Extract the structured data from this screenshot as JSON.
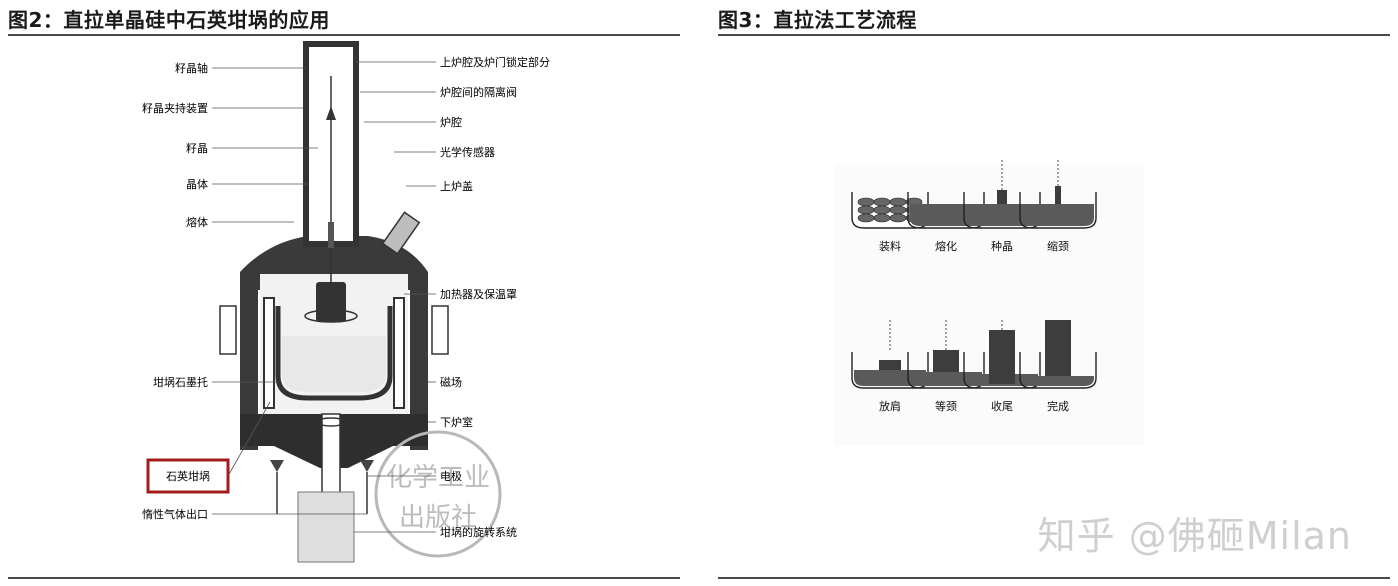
{
  "figures": {
    "left": {
      "title": "图2：直拉单晶硅中石英坩埚的应用"
    },
    "right": {
      "title": "图3：直拉法工艺流程"
    }
  },
  "diagram_left": {
    "labels_left": [
      "籽晶轴",
      "籽晶夹持装置",
      "籽晶",
      "晶体",
      "熔体",
      "坩埚石墨托",
      "石英坩埚",
      "惰性气体出口"
    ],
    "labels_right": [
      "上炉腔及炉门锁定部分",
      "炉腔间的隔离阀",
      "炉腔",
      "光学传感器",
      "上炉盖",
      "加热器及保温罩",
      "磁场",
      "下炉室",
      "电极",
      "坩埚的旋转系统"
    ],
    "stamp_lines": [
      "化学工业",
      "出版社"
    ],
    "highlight_color": "#a31c1c"
  },
  "diagram_right": {
    "steps": [
      "装料",
      "熔化",
      "种晶",
      "缩颈",
      "放肩",
      "等颈",
      "收尾",
      "完成"
    ]
  },
  "watermark": "知乎 @佛砸Milan"
}
